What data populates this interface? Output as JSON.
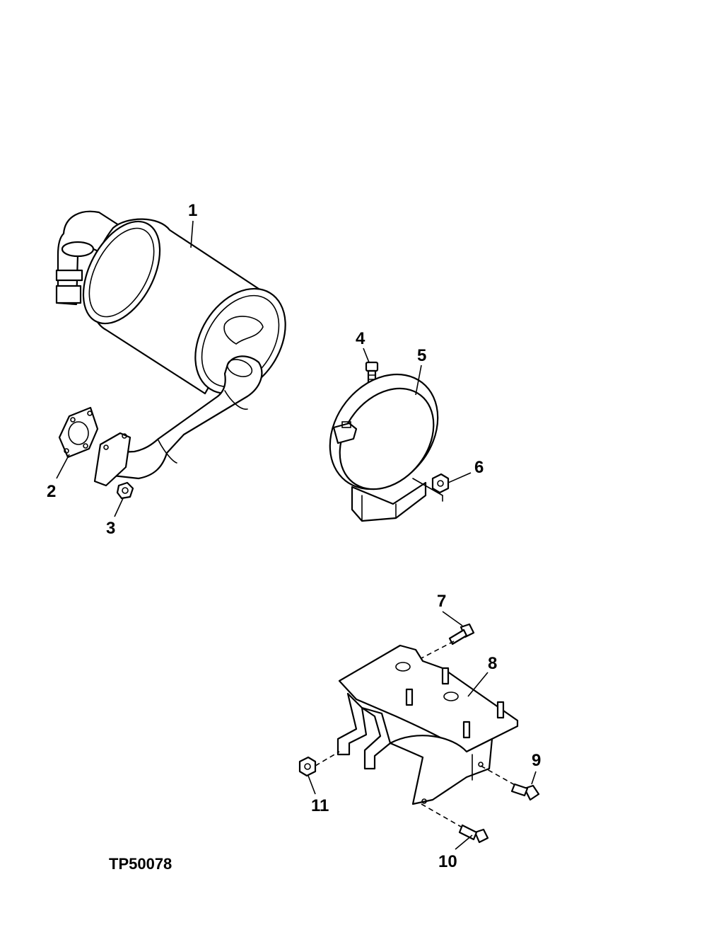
{
  "figure_id": "TP50078",
  "colors": {
    "background": "#ffffff",
    "ink": "#000000"
  },
  "parts": [
    {
      "number": "1",
      "icon": "muffler-icon"
    },
    {
      "number": "2",
      "icon": "gasket-icon"
    },
    {
      "number": "3",
      "icon": "nut-icon"
    },
    {
      "number": "4",
      "icon": "bolt-icon"
    },
    {
      "number": "5",
      "icon": "clamp-band-icon"
    },
    {
      "number": "6",
      "icon": "nut-icon"
    },
    {
      "number": "7",
      "icon": "bolt-icon"
    },
    {
      "number": "8",
      "icon": "bracket-icon"
    },
    {
      "number": "9",
      "icon": "bolt-icon"
    },
    {
      "number": "10",
      "icon": "bolt-icon"
    },
    {
      "number": "11",
      "icon": "nut-icon"
    }
  ]
}
